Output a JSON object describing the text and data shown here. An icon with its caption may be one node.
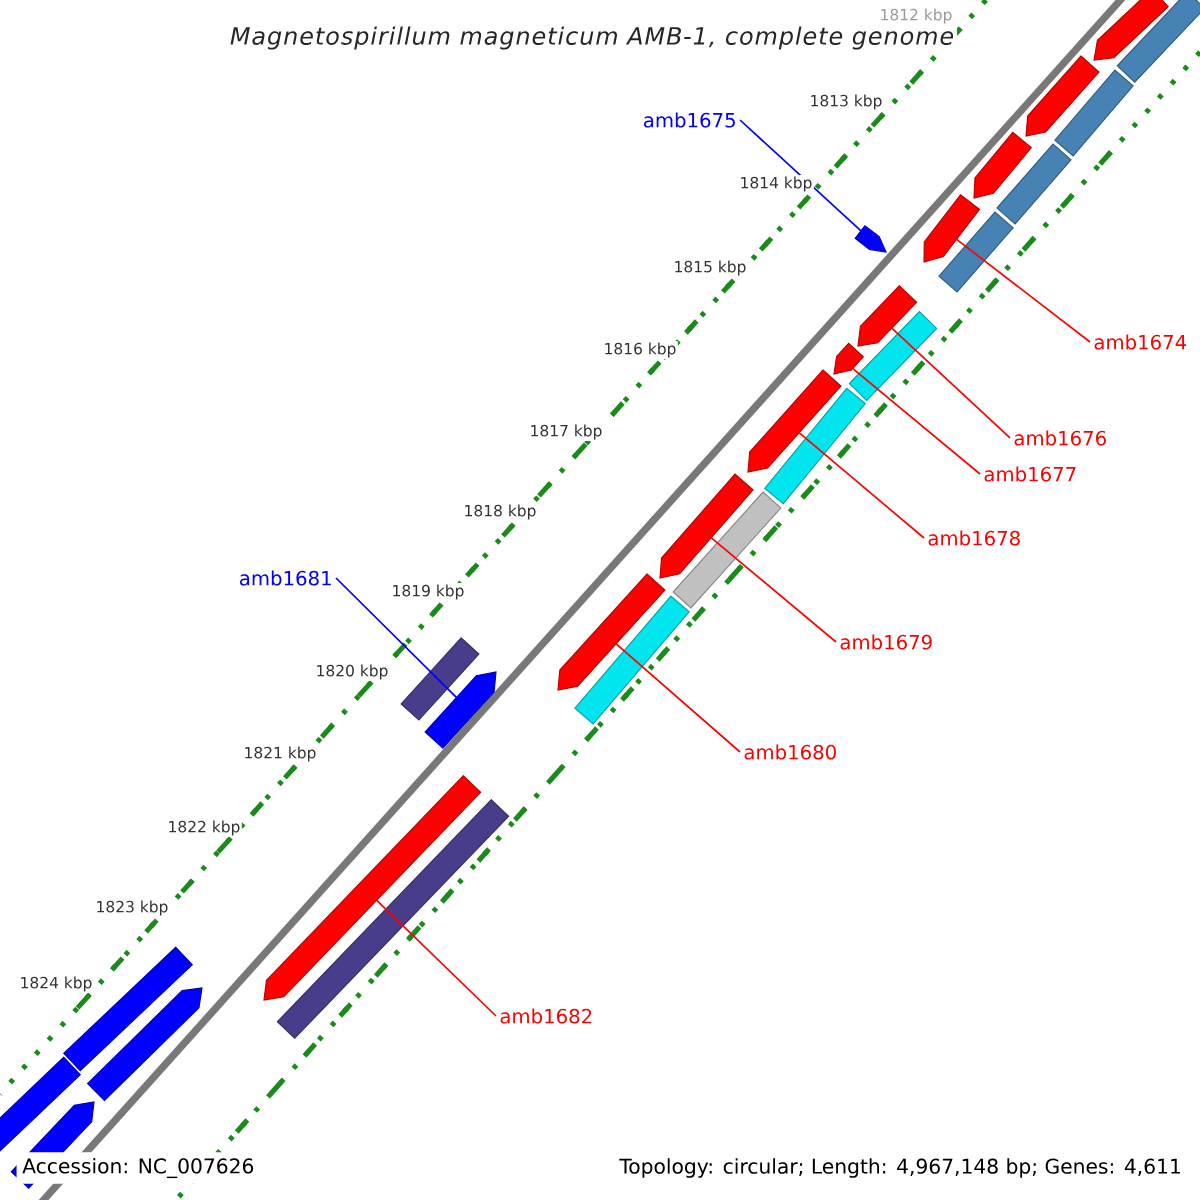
{
  "diagram": {
    "title": "Magnetospirillum magneticum AMB-1, complete genome",
    "nodes": [
      {
        "text": [],
        "shape": "pentagon"
      },
      {
        "text": [],
        "shape": "bar"
      },
      {
        "text": [],
        "shape": "pentagon"
      },
      {
        "text": [],
        "shape": "bar"
      },
      {
        "text": [],
        "shape": "pentagon"
      },
      {
        "text": [],
        "shape": "bar"
      },
      {
        "text": [],
        "shape": "pentagon"
      },
      {
        "text": [],
        "shape": "bar"
      },
      {
        "text": [],
        "shape": "pentagon"
      },
      {
        "text": [],
        "shape": "pentagon"
      },
      {
        "text": [],
        "shape": "bar"
      },
      {
        "text": [],
        "shape": "pentagon"
      },
      {
        "text": [],
        "shape": "pentagon"
      },
      {
        "text": [],
        "shape": "bar"
      },
      {
        "text": [],
        "shape": "pentagon"
      },
      {
        "text": [],
        "shape": "bar"
      },
      {
        "text": [],
        "shape": "pentagon"
      },
      {
        "text": [],
        "shape": "bar"
      },
      {
        "text": [],
        "shape": "bar"
      },
      {
        "text": [],
        "shape": "pentagon"
      },
      {
        "text": [],
        "shape": "pentagon"
      },
      {
        "text": [],
        "shape": "bar"
      },
      {
        "text": [],
        "shape": "bar"
      },
      {
        "text": [],
        "shape": "pentagon"
      },
      {
        "text": [],
        "shape": "bar"
      },
      {
        "text": [],
        "shape": "pentagon"
      },
      {
        "text": [
          "amb1675"
        ]
      },
      {
        "text": [
          "amb1674"
        ]
      },
      {
        "text": [
          "amb1676"
        ]
      },
      {
        "text": [
          "amb1677"
        ]
      },
      {
        "text": [
          "amb1678"
        ]
      },
      {
        "text": [
          "amb1679"
        ]
      },
      {
        "text": [
          "amb1680"
        ]
      },
      {
        "text": [
          "amb1681"
        ]
      },
      {
        "text": [
          "amb1682"
        ]
      }
    ],
    "edges": [
      {
        "from": 26,
        "to": 8,
        "arrow": "none",
        "color": "#0000ff"
      },
      {
        "from": 27,
        "to": 6,
        "arrow": "none"
      },
      {
        "from": 28,
        "to": 9,
        "arrow": "none"
      },
      {
        "from": 29,
        "to": 11,
        "arrow": "none"
      },
      {
        "from": 30,
        "to": 12,
        "arrow": "none"
      },
      {
        "from": 31,
        "to": 14,
        "arrow": "none"
      },
      {
        "from": 32,
        "to": 16,
        "arrow": "none"
      },
      {
        "from": 33,
        "to": 19,
        "arrow": "none",
        "color": "#0000ff"
      },
      {
        "from": 34,
        "to": 20,
        "arrow": "none"
      }
    ],
    "labels": [
      "1812 kbp",
      "1813 kbp",
      "1814 kbp",
      "1815 kbp",
      "1816 kbp",
      "1817 kbp",
      "1818 kbp",
      "1819 kbp",
      "1820 kbp",
      "1821 kbp",
      "1822 kbp",
      "1823 kbp",
      "1824 kbp",
      "Accession: NC_007626",
      "Topology: circular; Length: 4,967,148 bp; Genes: 4,611"
    ]
  }
}
